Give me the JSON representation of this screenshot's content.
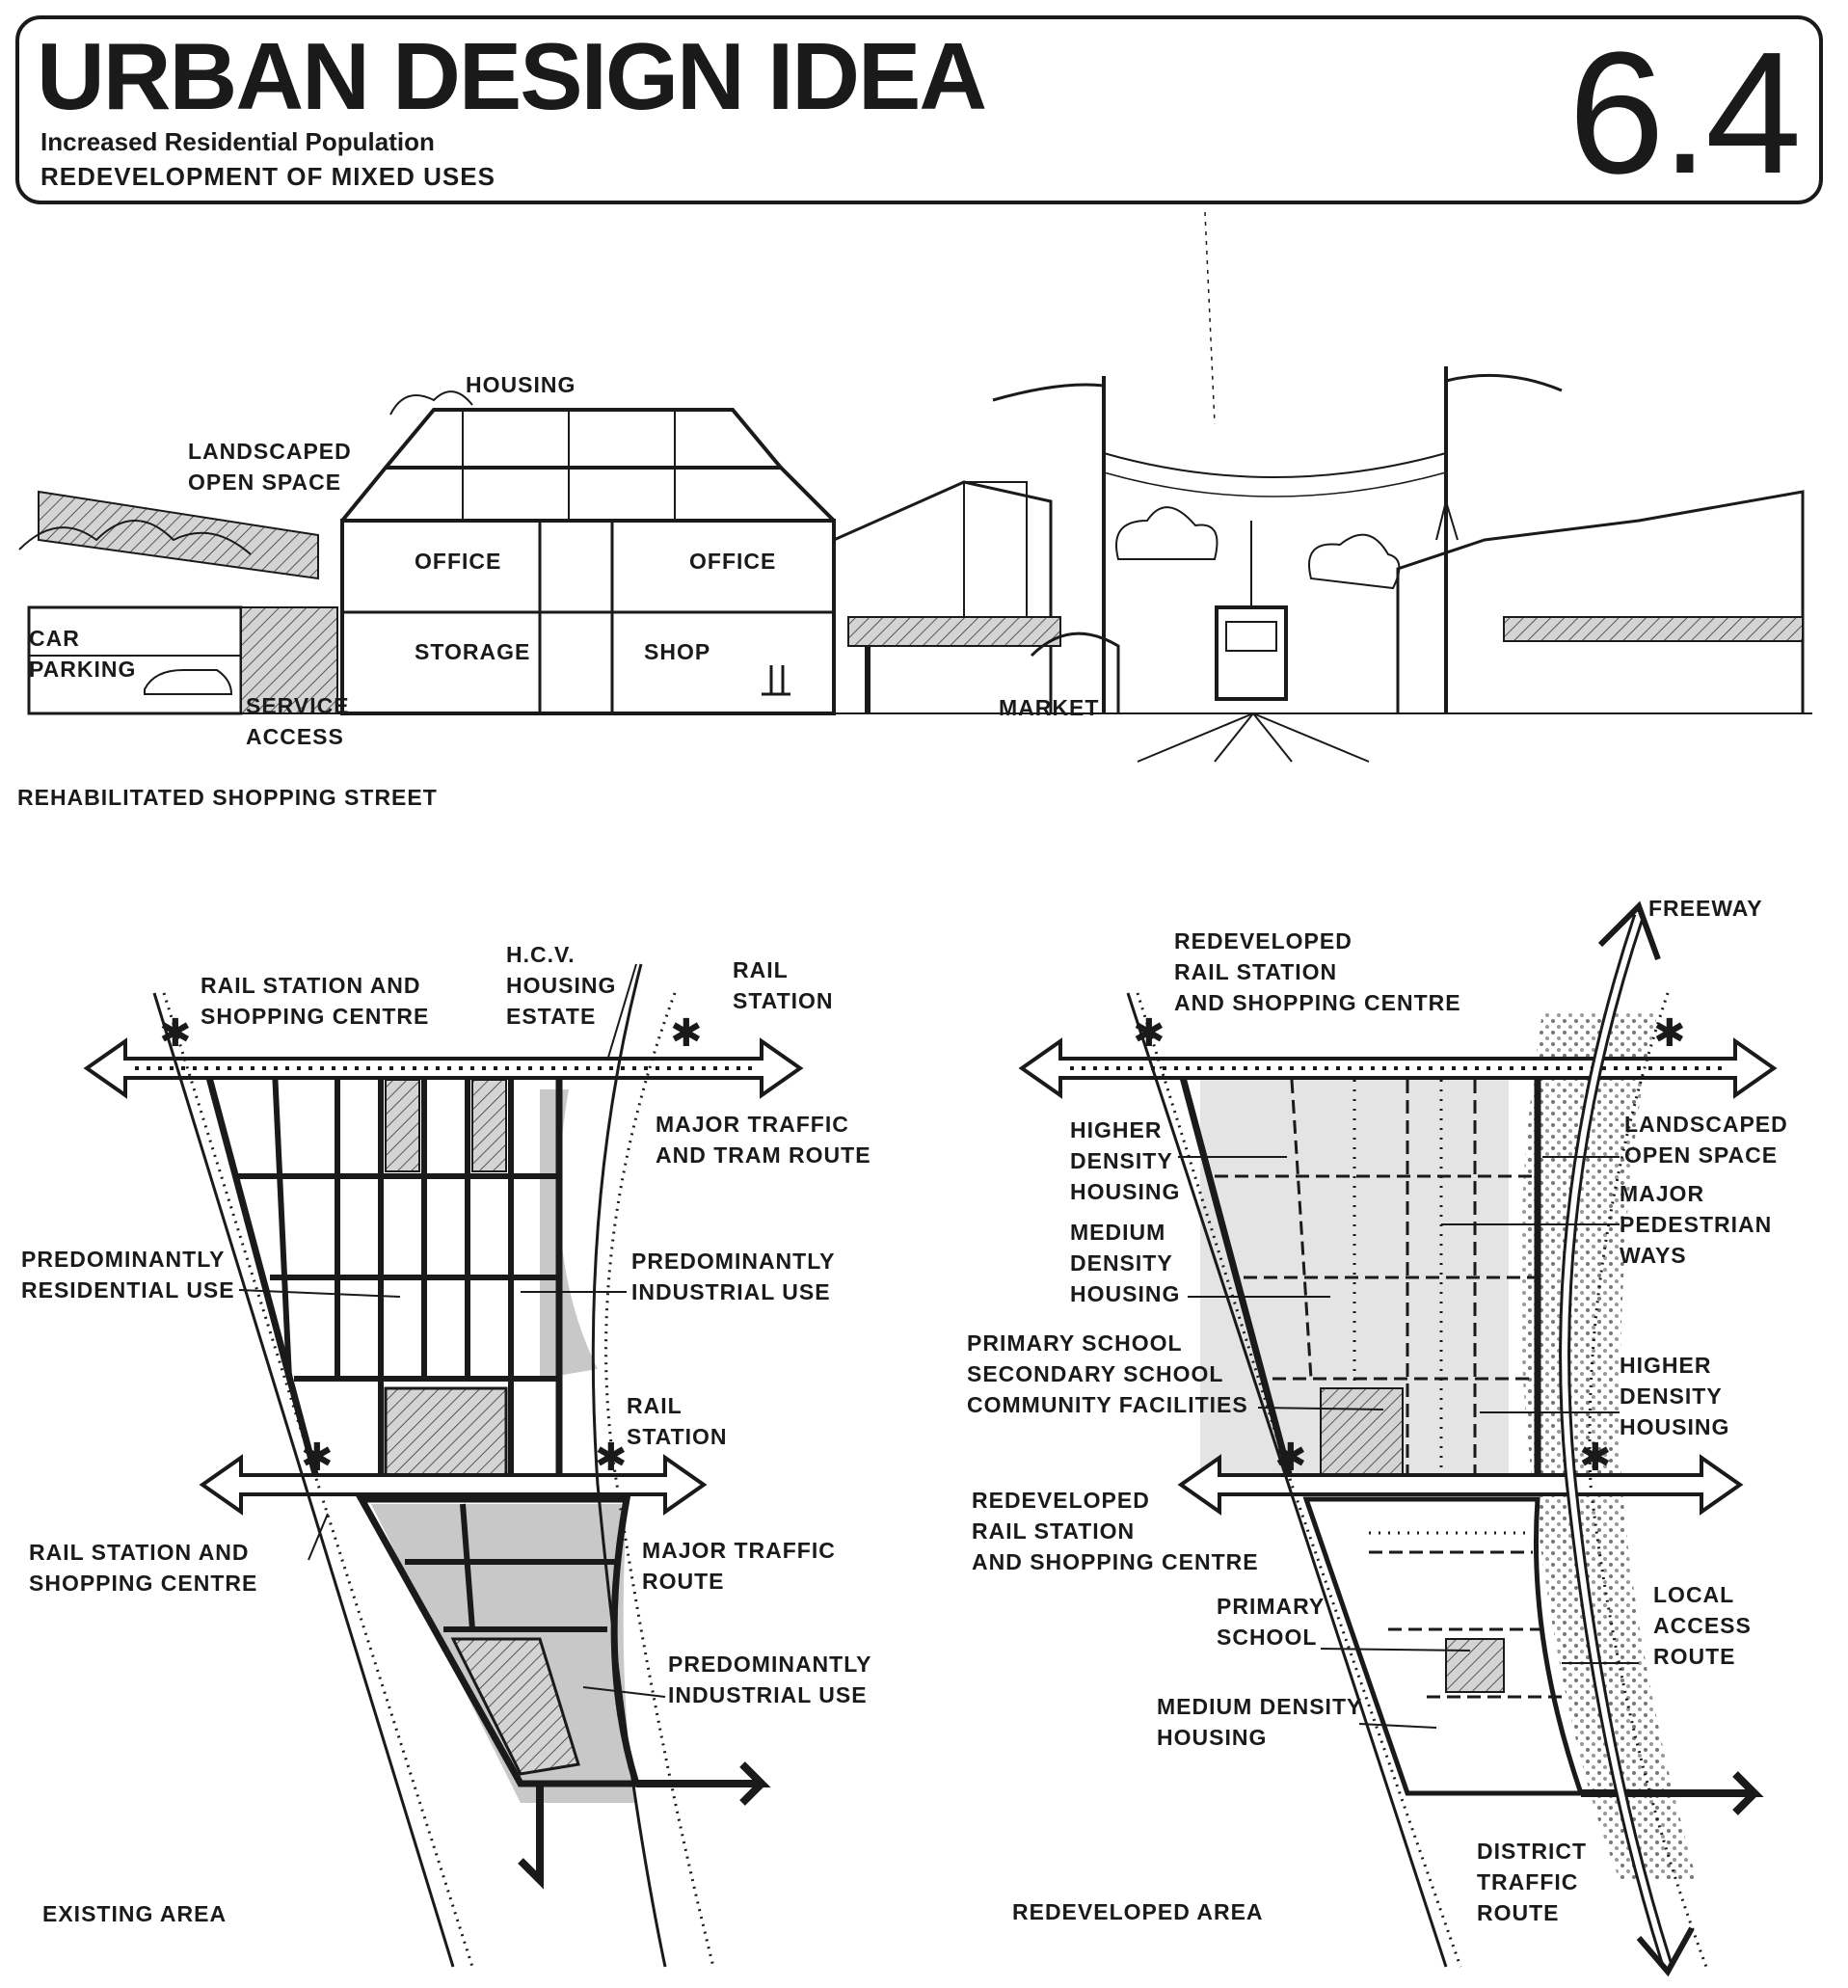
{
  "header": {
    "title": "URBAN DESIGN IDEA",
    "subtitle_1": "Increased Residential Population",
    "subtitle_2": "REDEVELOPMENT OF MIXED USES",
    "number": "6.4"
  },
  "street_sketch": {
    "caption": "REHABILITATED SHOPPING STREET",
    "labels": {
      "housing": "HOUSING",
      "landscaped_open_space": "LANDSCAPED\nOPEN SPACE",
      "office_left": "OFFICE",
      "office_right": "OFFICE",
      "car_parking": "CAR\nPARKING",
      "storage": "STORAGE",
      "shop": "SHOP",
      "service_access": "SERVICE\nACCESS",
      "market": "MARKET"
    }
  },
  "existing_area": {
    "caption": "EXISTING AREA",
    "labels": {
      "rail_station_shopping_top": "RAIL STATION AND\nSHOPPING CENTRE",
      "hcv_housing_estate": "H.C.V.\nHOUSING\nESTATE",
      "rail_station_top": "RAIL\nSTATION",
      "major_traffic_tram": "MAJOR TRAFFIC\nAND TRAM ROUTE",
      "predominantly_residential": "PREDOMINANTLY\nRESIDENTIAL USE",
      "predominantly_industrial_1": "PREDOMINANTLY\nINDUSTRIAL USE",
      "rail_station_mid": "RAIL\nSTATION",
      "rail_station_shopping_bottom": "RAIL STATION AND\nSHOPPING CENTRE",
      "major_traffic_route": "MAJOR TRAFFIC\nROUTE",
      "predominantly_industrial_2": "PREDOMINANTLY\nINDUSTRIAL USE"
    }
  },
  "redeveloped_area": {
    "caption": "REDEVELOPED AREA",
    "labels": {
      "freeway": "FREEWAY",
      "redeveloped_rail_top": "REDEVELOPED\nRAIL STATION\nAND SHOPPING CENTRE",
      "higher_density_left": "HIGHER\nDENSITY\nHOUSING",
      "landscaped_open_space": "LANDSCAPED\nOPEN SPACE",
      "major_pedestrian_ways": "MAJOR\nPEDESTRIAN\nWAYS",
      "medium_density_housing": "MEDIUM\nDENSITY\nHOUSING",
      "schools_community": "PRIMARY SCHOOL\nSECONDARY SCHOOL\nCOMMUNITY FACILITIES",
      "higher_density_right": "HIGHER\nDENSITY\nHOUSING",
      "redeveloped_rail_bottom": "REDEVELOPED\nRAIL STATION\nAND SHOPPING CENTRE",
      "primary_school": "PRIMARY\nSCHOOL",
      "local_access_route": "LOCAL\nACCESS\nROUTE",
      "medium_density_housing_2": "MEDIUM DENSITY\nHOUSING",
      "district_traffic_route": "DISTRICT\nTRAFFIC\nROUTE"
    }
  },
  "colors": {
    "ink": "#1a1a1a",
    "shade": "#c8c8c8",
    "paper": "#ffffff"
  }
}
